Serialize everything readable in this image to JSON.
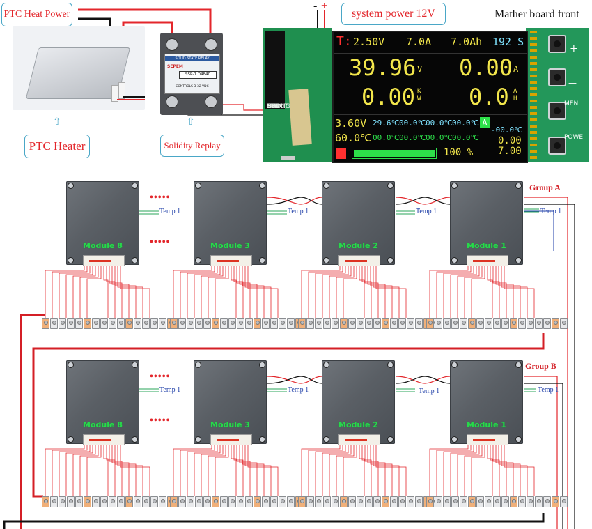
{
  "top": {
    "ptc_power_label": "PTC Heat Power",
    "system_power_label": "system power 12V",
    "polarity_minus": "-",
    "polarity_plus": "+",
    "mather_board_label": "Mather board front",
    "ptc_heater_label": "PTC Heater",
    "relay_label": "Solidity Replay",
    "relay_text": {
      "line1": "SOLID STATE RELAY",
      "brand": "SEPEM",
      "model": "SSR-1 D4840",
      "controls": "CONTROLS 3-32 VDC"
    }
  },
  "lcd": {
    "row1": {
      "t": "T:",
      "v": "2.50V",
      "a": "7.0A",
      "ah": "7.0Ah",
      "s": "192 S"
    },
    "row2": {
      "v": "39.96",
      "vu": "V",
      "a": "0.00",
      "au": "A"
    },
    "row3": {
      "kw": "0.00",
      "kwu": "K\nW",
      "ah": "0.0",
      "ahu": "A\nH"
    },
    "row4": {
      "v": "3.60V",
      "t1": "29.6℃",
      "t2": "00.0℃",
      "t3": "00.0℃",
      "t4": "00.0℃",
      "flag": "A",
      "neg": "-00.0℃"
    },
    "row5": {
      "v": "60.0℃",
      "t1": "00.0℃",
      "t2": "00.0℃",
      "t3": "00.0℃",
      "t4": "00.0℃",
      "val": "0.00"
    },
    "row6": {
      "pct": "100 %",
      "val": "7.00"
    }
  },
  "buttons": {
    "plus": "+",
    "minus": "—",
    "men": "MEN",
    "pow": "POWE"
  },
  "pcb_silk": {
    "pins": [
      "5VOUT",
      "TMIN",
      "CHONG",
      "HPA",
      "SCL",
      "SDA",
      "GND"
    ]
  },
  "groups": [
    {
      "label": "Group A",
      "modules": [
        {
          "name": "Module 8",
          "temp": "Temp 1"
        },
        {
          "name": "Module 3",
          "temp": "Temp 1"
        },
        {
          "name": "Module 2",
          "temp": "Temp 1"
        },
        {
          "name": "Module 1",
          "temp": "Temp 1"
        }
      ],
      "dots": "•••••"
    },
    {
      "label": "Group B",
      "modules": [
        {
          "name": "Module 8",
          "temp": "Temp 1"
        },
        {
          "name": "Module 3",
          "temp": "Temp 1"
        },
        {
          "name": "Module 2",
          "temp": "Temp 1"
        },
        {
          "name": "Module 1",
          "temp": "Temp 1"
        }
      ],
      "dots": "•••••"
    }
  ],
  "colors": {
    "red_wire": "#e3262b",
    "black_wire": "#111111",
    "module_green": "#28d94a",
    "label_border": "#4aa7c7",
    "temp_blue": "#1f3fa8",
    "lcd_yellow": "#f2e64b",
    "lcd_red": "#ff3030",
    "lcd_green": "#2de04a",
    "lcd_cyan": "#7fe3ff"
  }
}
